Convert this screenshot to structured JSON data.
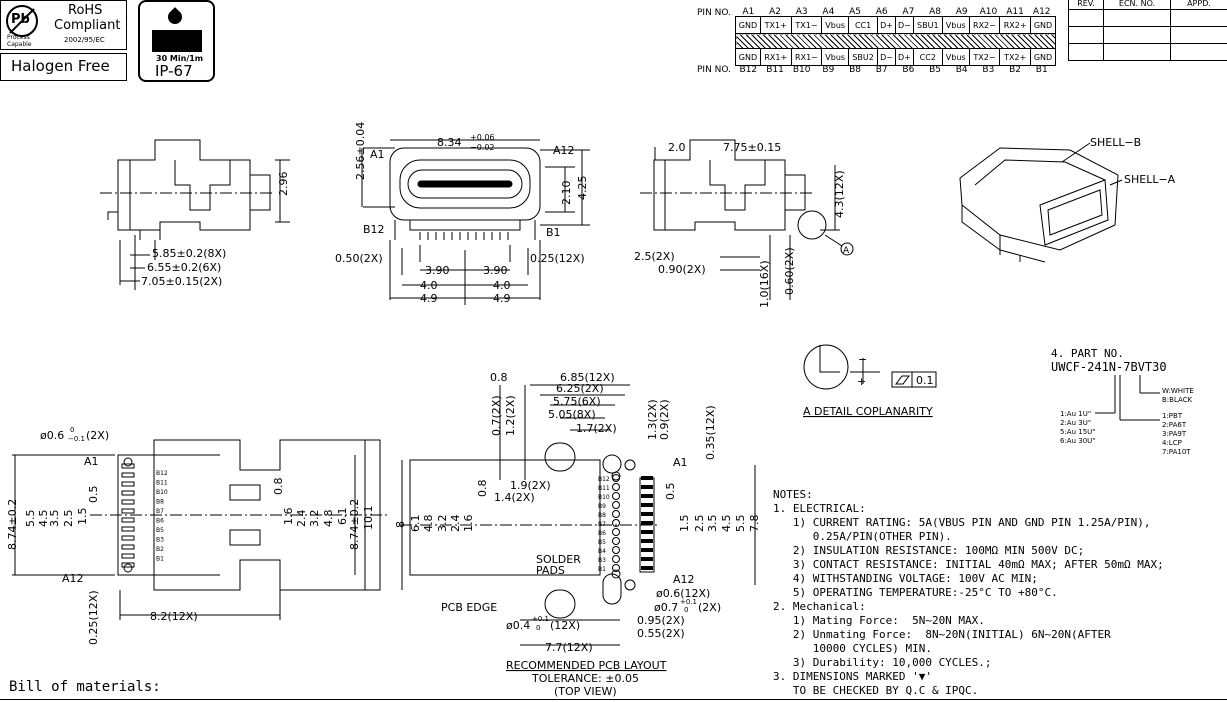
{
  "badges": {
    "rohs_title": "RoHS",
    "rohs_sub": "Compliant",
    "rohs_code": "2002/95/EC",
    "pb_symbol": "Pb",
    "pb_caption_1": "Process",
    "pb_caption_2": "Capable",
    "halogen": "Halogen Free",
    "ip_time": "30 Min/1m",
    "ip_rating": "IP-67"
  },
  "pin_table": {
    "pin_no_label": "PIN NO.",
    "top_numbers": [
      "A1",
      "A2",
      "A3",
      "A4",
      "A5",
      "A6",
      "A7",
      "A8",
      "A9",
      "A10",
      "A11",
      "A12"
    ],
    "top_signals": [
      "GND",
      "TX1+",
      "TX1−",
      "Vbus",
      "CC1",
      "D+",
      "D−",
      "SBU1",
      "Vbus",
      "RX2−",
      "RX2+",
      "GND"
    ],
    "bottom_signals": [
      "GND",
      "RX1+",
      "RX1−",
      "Vbus",
      "SBU2",
      "D−",
      "D+",
      "CC2",
      "Vbus",
      "TX2−",
      "TX2+",
      "GND"
    ],
    "bottom_numbers": [
      "B12",
      "B11",
      "B10",
      "B9",
      "B8",
      "B7",
      "B6",
      "B5",
      "B4",
      "B3",
      "B2",
      "B1"
    ]
  },
  "rev_table": {
    "headers": [
      "REV.",
      "ECN. NO.",
      "APPD."
    ]
  },
  "dims": {
    "d_2_96": "2.96",
    "d_5_85": "5.85±0.2(8X)",
    "d_6_55": "6.55±0.2(6X)",
    "d_7_05": "7.05±0.15(2X)",
    "d_2_56": "2.56±0.04",
    "d_8_34": "8.34",
    "d_8_34_tol_up": "+0.06",
    "d_8_34_tol_dn": "−0.02",
    "a1": "A1",
    "a12": "A12",
    "b12": "B12",
    "b1": "B1",
    "d_2_10": "2.10",
    "d_4_25": "4.25",
    "d_0_50": "0.50(2X)",
    "d_0_25_12x": "0.25(12X)",
    "d_3_90a": "3.90",
    "d_3_90b": "3.90",
    "d_4_0a": "4.0",
    "d_4_0b": "4.0",
    "d_4_9a": "4.9",
    "d_4_9b": "4.9",
    "d_2_0": "2.0",
    "d_7_75": "7.75±0.15",
    "d_4_3": "4.3(12X)",
    "d_2_5": "2.5(2X)",
    "d_0_90": "0.90(2X)",
    "d_1_0": "1.0(16X)",
    "d_0_60": "0.60(2X)",
    "detail_a": "A",
    "shell_b": "SHELL−B",
    "shell_a": "SHELL−A"
  },
  "coplanarity": {
    "caption": "A DETAIL  COPLANARITY",
    "value": "0.1",
    "minus": "−",
    "plus": "+"
  },
  "part_no": {
    "title": "4. PART NO.",
    "number": "UWCF-241N-7BVT30",
    "color_w": "W:WHITE",
    "color_b": "B:BLACK",
    "plating": [
      "1:Au 1U\"",
      "2:Au 3U\"",
      "5:Au 15U\"",
      "6:Au 30U\""
    ],
    "material": [
      "1:PBT",
      "2:PA6T",
      "3:PA9T",
      "4:LCP",
      "7:PA10T"
    ]
  },
  "bottom_left_view": {
    "d_0_6": "ø0.6",
    "d_0_6_tol": "0",
    "d_0_6_tol2": "−0.1",
    "d_0_6_n": "(2X)",
    "a1": "A1",
    "a12": "A12",
    "d_0_25": "0.25(12X)",
    "d_8_2": "8.2(12X)",
    "d_8_74l": "8.74±0.2",
    "d_8_74r": "8.74±0.2",
    "d_10_1": "10.1",
    "d_6_1": "6.1",
    "d_5_5": "5.5",
    "d_4_5": "4.5",
    "d_3_5": "3.5",
    "d_2_5": "2.5",
    "d_1_5": "1.5",
    "d_0_5": "0.5",
    "d_0_8": "0.8",
    "d_1_6": "1.6",
    "d_2_4": "2.4",
    "d_3_2": "3.2",
    "d_4_8": "4.8",
    "pins_right": [
      "B12",
      "B11",
      "B10",
      "B8",
      "B7",
      "B6",
      "B5",
      "B3",
      "B2",
      "B1"
    ]
  },
  "pcb_layout": {
    "d_0_8": "0.8",
    "d_6_85": "6.85(12X)",
    "d_6_25": "6.25(2X)",
    "d_5_75": "5.75(6X)",
    "d_5_05": "5.05(8X)",
    "d_1_7": "1.7(2X)",
    "d_0_7": "0.7(2X)",
    "d_1_2": "1.2(2X)",
    "d_1_3": "1.3(2X)",
    "d_0_9": "0.9(2X)",
    "d_0_35": "0.35(12X)",
    "d_1_9": "1.9(2X)",
    "d_1_4": "1.4(2X)",
    "d_0_8b": "0.8",
    "a1": "A1",
    "a12": "A12",
    "solder": "SOLDER",
    "pads": "PADS",
    "pcb_edge": "PCB EDGE",
    "d_0_4": "ø0.4",
    "d_0_4_tol": "+0.1",
    "d_0_4_tol2": "0",
    "d_0_4_n": "(12X)",
    "d_0_6": "ø0.6(12X)",
    "d_0_7b": "ø0.7",
    "d_0_7b_tol": "+0.1",
    "d_0_7b_tol2": "0",
    "d_0_7b_n": "(2X)",
    "d_0_95": "0.95(2X)",
    "d_0_55": "0.55(2X)",
    "d_7_7": "7.7(12X)",
    "d_8": "8",
    "d_6_1": "6.1",
    "d_4_8": "4.8",
    "d_3_2": "3.2",
    "d_2_4": "2.4",
    "d_1_6": "1.6",
    "d_0_5": "0.5",
    "d_1_5": "1.5",
    "d_2_5": "2.5",
    "d_3_5": "3.5",
    "d_4_5": "4.5",
    "d_5_5": "5.5",
    "d_7_8": "7.8",
    "title": "RECOMMENDED PCB LAYOUT",
    "tolerance": "TOLERANCE: ±0.05",
    "view": "(TOP VIEW)",
    "pins": [
      "B12",
      "B11",
      "B10",
      "B9",
      "B8",
      "B7",
      "B6",
      "B5",
      "B4",
      "B3",
      "B1"
    ]
  },
  "notes": {
    "title": "NOTES:",
    "lines": [
      "1. ELECTRICAL:",
      "   1) CURRENT RATING: 5A(VBUS PIN AND GND PIN 1.25A/PIN),",
      "      0.25A/PIN(OTHER PIN).",
      "   2) INSULATION RESISTANCE: 100MΩ MIN 500V DC;",
      "   3) CONTACT RESISTANCE: INITIAL 40mΩ MAX; AFTER 50mΩ MAX;",
      "   4) WITHSTANDING VOLTAGE: 100V AC MIN;",
      "   5) OPERATING TEMPERATURE:-25°C TO +80°C.",
      "2. Mechanical:",
      "   1) Mating Force:  5N~20N MAX.",
      "   2) Unmating Force:  8N~20N(INITIAL) 6N~20N(AFTER",
      "      10000 CYCLES) MIN.",
      "   3) Durability: 10,000 CYCLES.;",
      "3. DIMENSIONS MARKED '▼'",
      "   TO BE CHECKED BY Q.C & IPQC."
    ]
  },
  "bom": "Bill of materials:"
}
